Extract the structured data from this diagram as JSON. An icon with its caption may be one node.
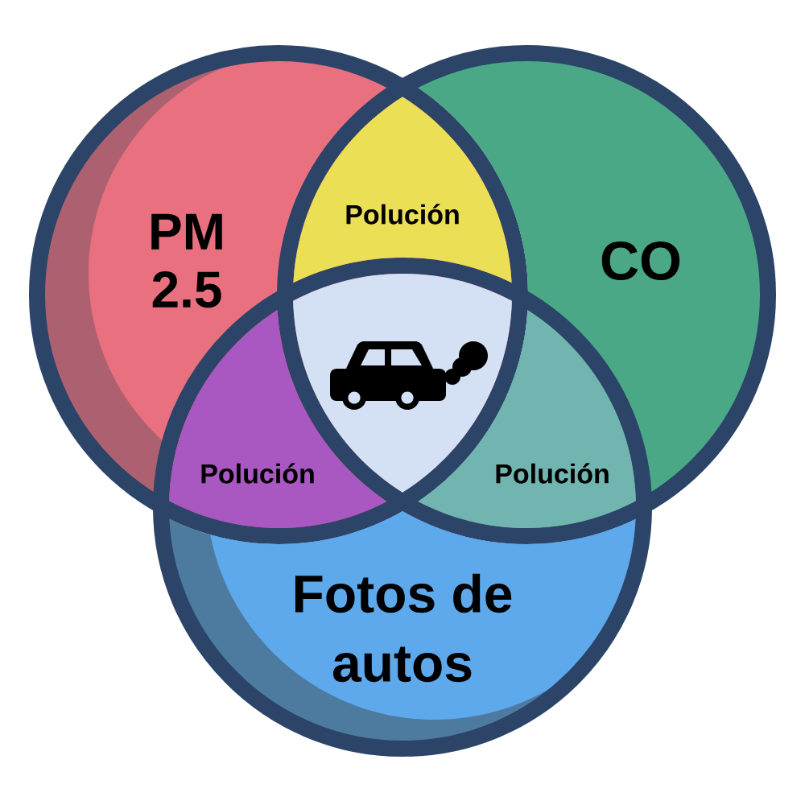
{
  "diagram": {
    "nodes": [
      {
        "text": [
          "PM 2.5"
        ]
      },
      {
        "text": [
          "Polución"
        ]
      },
      {
        "text": [
          "CO"
        ]
      },
      {
        "text": [],
        "shape": "picture"
      },
      {
        "text": [
          "Polución"
        ]
      },
      {
        "text": [
          "Polución"
        ]
      },
      {
        "text": [
          "Fotos de autos"
        ]
      }
    ]
  }
}
